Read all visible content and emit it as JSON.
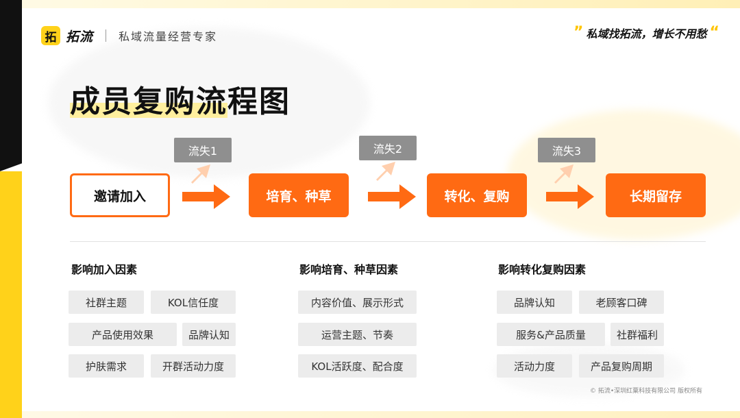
{
  "header": {
    "logo_mark": "拓",
    "logo_name": "拓流",
    "logo_tagline": "私域流量经营专家",
    "slogan": "私域找拓流，增长不用愁",
    "quote_open": "”",
    "quote_close": "“"
  },
  "title": "成员复购流程图",
  "flow": {
    "steps": [
      "邀请加入",
      "培育、种草",
      "转化、复购",
      "长期留存"
    ],
    "losses": [
      "流失1",
      "流失2",
      "流失3"
    ]
  },
  "factors": [
    {
      "title": "影响加入因素",
      "tags": [
        "社群主题",
        "KOL信任度",
        "产品使用效果",
        "品牌认知",
        "护肤需求",
        "开群活动力度"
      ]
    },
    {
      "title": "影响培育、种草因素",
      "tags": [
        "内容价值、展示形式",
        "运营主题、节奏",
        "KOL活跃度、配合度"
      ]
    },
    {
      "title": "影响转化复购因素",
      "tags": [
        "品牌认知",
        "老顾客口碑",
        "服务&产品质量",
        "社群福利",
        "活动力度",
        "产品复购周期"
      ]
    }
  ],
  "footer": {
    "copyright": "© 拓流•深圳红粟科技有限公司  版权所有"
  },
  "colors": {
    "accent": "#ff6a13",
    "brand_yellow": "#ffd21a",
    "loss_gray": "#8f8f8f",
    "tag_bg": "#ececec"
  }
}
